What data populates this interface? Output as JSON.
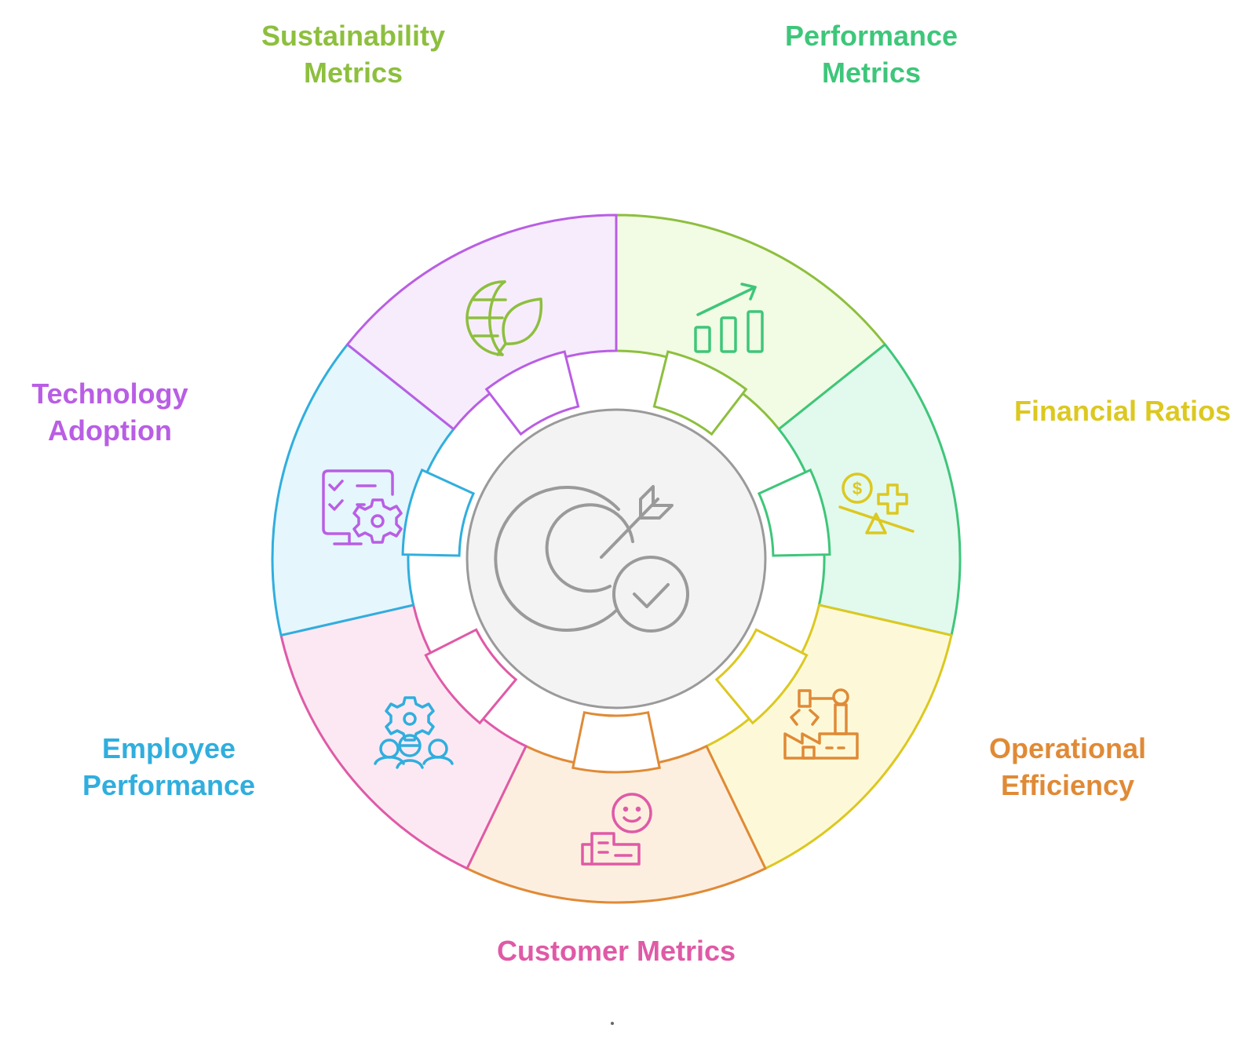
{
  "center": {
    "icon": "target-checkmark-icon",
    "fill": "#f3f3f3",
    "stroke": "#9a9a9a"
  },
  "segments": [
    {
      "id": "sustainability",
      "lines": [
        "Sustainability",
        "Metrics"
      ],
      "color": "#8dbf3e",
      "fill": "#f2fbe3",
      "icon": "globe-leaf-icon"
    },
    {
      "id": "performance",
      "lines": [
        "Performance",
        "Metrics"
      ],
      "color": "#3ec67a",
      "fill": "#e2f9ed",
      "icon": "bar-chart-trend-icon"
    },
    {
      "id": "financial",
      "lines": [
        "Financial Ratios"
      ],
      "color": "#dcc820",
      "fill": "#fdf9d8",
      "icon": "balance-scale-dollar-icon"
    },
    {
      "id": "operational",
      "lines": [
        "Operational",
        "Efficiency"
      ],
      "color": "#e08a36",
      "fill": "#fdefe0",
      "icon": "factory-robot-arm-icon"
    },
    {
      "id": "customer",
      "lines": [
        "Customer Metrics"
      ],
      "color": "#df5aa6",
      "fill": "#fce8f3",
      "icon": "smiley-document-icon"
    },
    {
      "id": "employee",
      "lines": [
        "Employee",
        "Performance"
      ],
      "color": "#30aede",
      "fill": "#e5f6fd",
      "icon": "team-gear-icon"
    },
    {
      "id": "technology",
      "lines": [
        "Technology",
        "Adoption"
      ],
      "color": "#b95ee4",
      "fill": "#f7ecfc",
      "icon": "monitor-checklist-gear-icon"
    }
  ]
}
